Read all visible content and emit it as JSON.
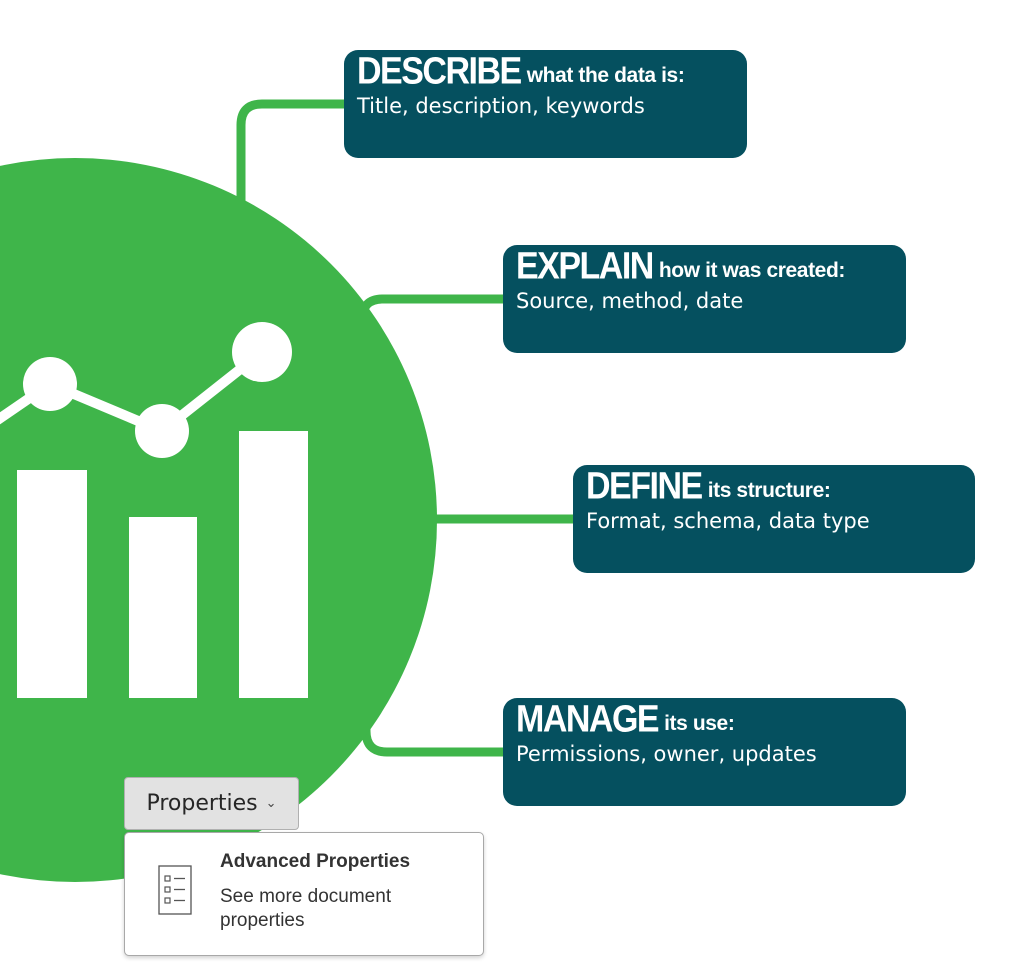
{
  "colors": {
    "green": "#3fb54a",
    "teal": "#05505f",
    "white": "#ffffff"
  },
  "icons": {
    "main": "bar-line-chart-icon",
    "menu_item": "properties-list-icon"
  },
  "cards": [
    {
      "keyword": "DESCRIBE",
      "tail": "what the data is:",
      "detail": "Title, description, keywords"
    },
    {
      "keyword": "EXPLAIN",
      "tail": "how it was created:",
      "detail": "Source, method, date"
    },
    {
      "keyword": "DEFINE",
      "tail": "its structure:",
      "detail": "Format, schema, data type"
    },
    {
      "keyword": "MANAGE",
      "tail": "its use:",
      "detail": "Permissions, owner, updates"
    }
  ],
  "properties_button": {
    "label": "Properties"
  },
  "menu": {
    "advanced": {
      "title": "Advanced Properties",
      "description": "See more document properties"
    }
  }
}
